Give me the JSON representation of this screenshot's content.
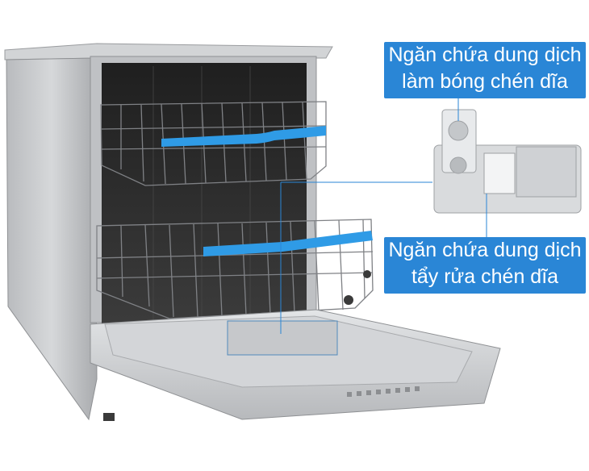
{
  "callouts": {
    "rinse_aid": {
      "line1": "Ngăn chứa dung dịch",
      "line2": "làm bóng chén dĩa"
    },
    "detergent": {
      "line1": "Ngăn chứa dung dịch",
      "line2": "tẩy rửa chén dĩa"
    }
  },
  "colors": {
    "callout_bg": "#2a86d6",
    "rack_rail": "#2f9be6",
    "steel": "#c9cbcd",
    "interior": "#2b2b2b"
  }
}
